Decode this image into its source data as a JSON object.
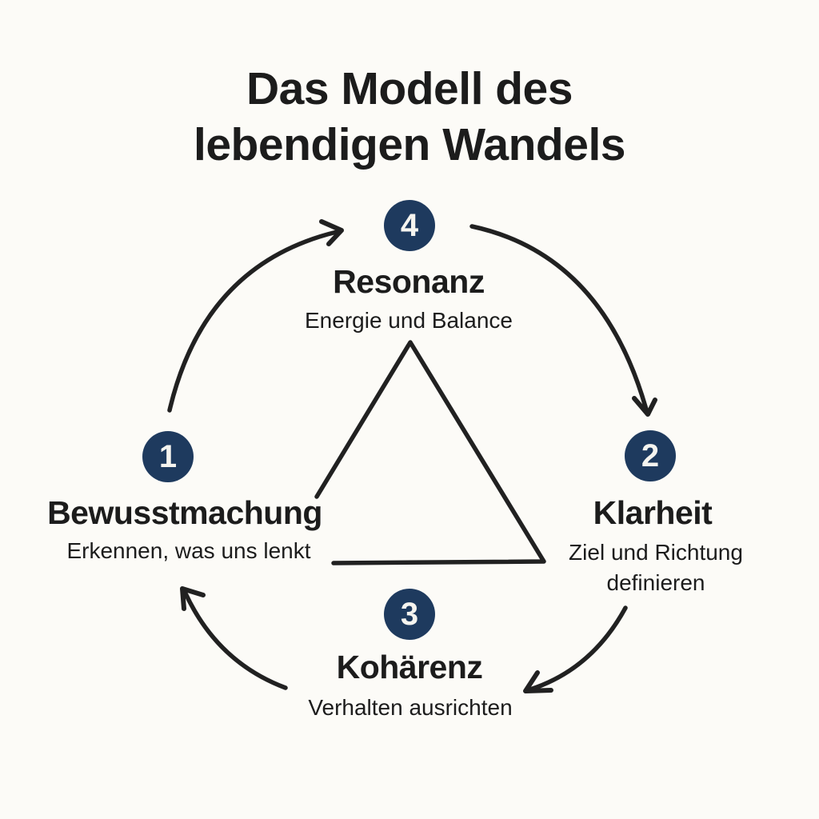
{
  "title": {
    "line1": "Das Modell des",
    "line2": "lebendigen Wandels"
  },
  "colors": {
    "background": "#FCFBF7",
    "text": "#1C1C1C",
    "accent_circle": "#1E3A5E",
    "circle_number": "#F5F4EF",
    "stroke": "#212121"
  },
  "diagram": {
    "steps": [
      {
        "number": "1",
        "name": "Bewusstmachung",
        "description": "Erkennen, was uns lenkt",
        "position": "left"
      },
      {
        "number": "2",
        "name": "Klarheit",
        "description": "Ziel und Richtung definieren",
        "position": "right"
      },
      {
        "number": "3",
        "name": "Kohärenz",
        "description": "Verhalten ausrichten",
        "position": "bottom"
      },
      {
        "number": "4",
        "name": "Resonanz",
        "description": "Energie und Balance",
        "position": "top"
      }
    ],
    "shapes": {
      "center_shape": "open-triangle",
      "arrows": [
        "left-to-top",
        "top-to-right",
        "right-to-bottom",
        "bottom-to-left"
      ]
    }
  }
}
